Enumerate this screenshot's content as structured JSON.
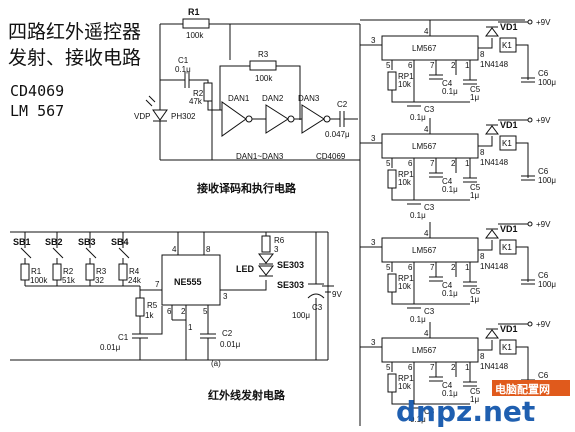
{
  "header": {
    "title_line1": "四路红外遥控器",
    "title_line2": "发射、接收电路",
    "chip_line1": "CD4069",
    "chip_line2": "LM 567"
  },
  "receiver": {
    "r1_label": "R1",
    "r1_value": "100k",
    "c1_label": "C1",
    "c1_value": "0.1μ",
    "r2_label": "R2",
    "r2_value": "47k",
    "r3_label": "R3",
    "r3_value": "100k",
    "vdp_label": "VDP",
    "ph_label": "PH302",
    "dan1": "DAN1",
    "dan2": "DAN2",
    "dan3": "DAN3",
    "c2_label": "C2",
    "c2_value": "0.047μ",
    "dan_range": "DAN1~DAN3",
    "ic_name": "CD4069",
    "caption": "接收译码和执行电路"
  },
  "channel": {
    "ic": "LM567",
    "vd1": "VD1",
    "diode": "1N4148",
    "k1": "K1",
    "supply": "+9V",
    "rp1": "RP1",
    "rp1_value": "10k",
    "c3": "C3",
    "c3_value": "0.1μ",
    "c4": "C4",
    "c4_value": "0.1μ",
    "c5": "C5",
    "c5_value": "1μ",
    "c6": "C6",
    "c6_value": "100μ",
    "pins": [
      "1",
      "2",
      "3",
      "4",
      "5",
      "6",
      "7",
      "8"
    ]
  },
  "transmitter": {
    "sb1": "SB1",
    "sb2": "SB2",
    "sb3": "SB3",
    "sb4": "SB4",
    "r1": "R1",
    "r1_value": "100k",
    "r2": "R2",
    "r2_value": "51k",
    "r3": "R3",
    "r3_value": "32",
    "r4": "R4",
    "r4_value": "24k",
    "r5": "R5",
    "r5_value": "1k",
    "c1": "C1",
    "c1_value": "0.01μ",
    "c2": "C2",
    "c2_value": "0.01μ",
    "ic": "NE555",
    "r6": "R6",
    "r6_value": "3",
    "led": "LED",
    "se1": "SE303",
    "se2": "SE303",
    "c3": "C3",
    "c3_value": "100μ",
    "supply": "9V",
    "sub": "(a)",
    "caption": "红外线发射电路"
  },
  "watermark": {
    "brand": "dnpz.net",
    "site": "电脑配置网"
  }
}
